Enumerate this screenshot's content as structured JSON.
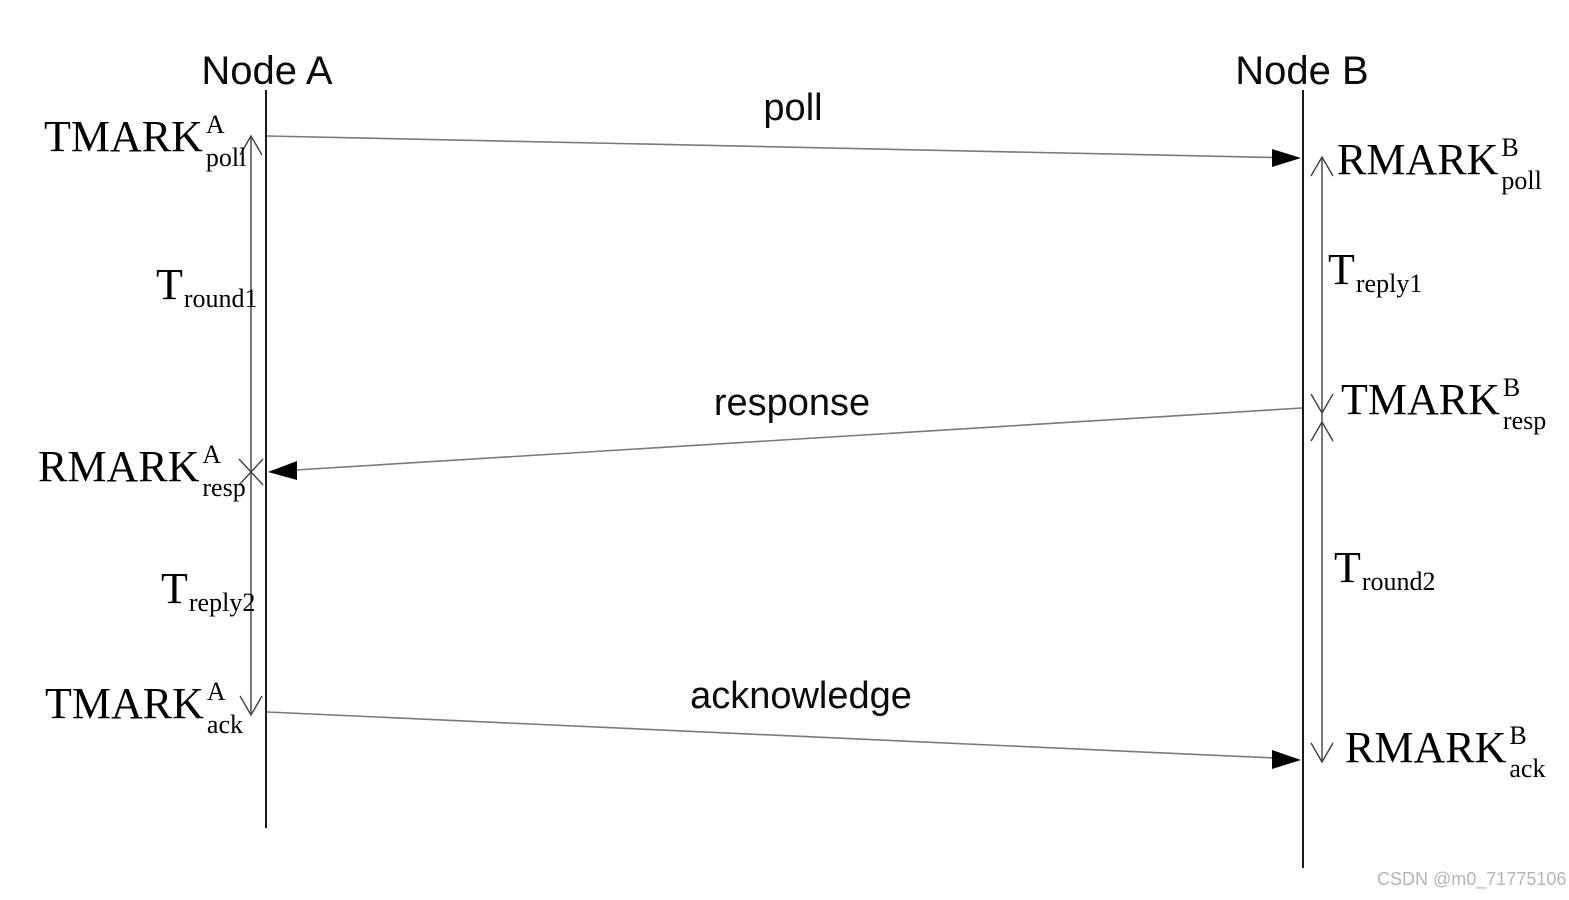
{
  "diagram": {
    "node_a": {
      "title": "Node A"
    },
    "node_b": {
      "title": "Node B"
    },
    "messages": {
      "poll": {
        "label": "poll",
        "from": "Node A",
        "to": "Node B"
      },
      "response": {
        "label": "response",
        "from": "Node B",
        "to": "Node A"
      },
      "acknowledge": {
        "label": "acknowledge",
        "from": "Node A",
        "to": "Node B"
      }
    },
    "timestamps_a": {
      "tmark_poll": {
        "base": "TMARK",
        "sup": "A",
        "sub": "poll"
      },
      "t_round1": {
        "base": "T",
        "sub": "round1"
      },
      "rmark_resp": {
        "base": "RMARK",
        "sup": "A",
        "sub": "resp"
      },
      "t_reply2": {
        "base": "T",
        "sub": "reply2"
      },
      "tmark_ack": {
        "base": "TMARK",
        "sup": "A",
        "sub": "ack"
      }
    },
    "timestamps_b": {
      "rmark_poll": {
        "base": "RMARK",
        "sup": "B",
        "sub": "poll"
      },
      "t_reply1": {
        "base": "T",
        "sub": "reply1"
      },
      "tmark_resp": {
        "base": "TMARK",
        "sup": "B",
        "sub": "resp"
      },
      "t_round2": {
        "base": "T",
        "sub": "round2"
      },
      "rmark_ack": {
        "base": "RMARK",
        "sup": "B",
        "sub": "ack"
      }
    },
    "watermark": "CSDN @m0_71775106",
    "colors": {
      "background": "#ffffff",
      "lifeline": "#1a1a1a",
      "interval_line": "#404040",
      "message_line": "#7a7a7a",
      "arrowhead": "#000000",
      "text": "#000000",
      "watermark": "#b5b5b5"
    }
  }
}
